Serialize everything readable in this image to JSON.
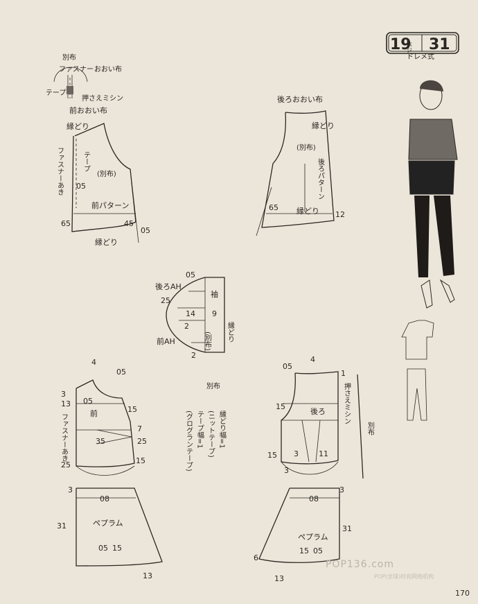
{
  "header": {
    "badge_left": "19",
    "badge_kana": "ペジ",
    "badge_right": "31",
    "subtitle": "ドレメ式"
  },
  "detail": {
    "betsununo": "別布",
    "fastener": "ファスナー",
    "ooinuno": "おおい布",
    "tape": "テープ",
    "osae": "押さえミシン"
  },
  "front_cover": {
    "title": "前おおい布",
    "fuchidori_top": "縁どり",
    "fastener_aki": "ファスナーあき",
    "tape": "テープ",
    "betsununo": "(別布)",
    "front_pattern": "前パターン",
    "n05a": "05",
    "n65": "65",
    "n45": "45",
    "n05b": "05",
    "fuchidori_bottom": "縁どり"
  },
  "back_cover": {
    "title": "後ろおおい布",
    "fuchidori_top": "縁どり",
    "betsununo": "(別布)",
    "back_pattern": "後ろパターン",
    "n65": "65",
    "fuchidori_bottom": "縁どり",
    "n12": "12"
  },
  "sleeve": {
    "back_ah": "後ろAH",
    "front_ah": "前AH",
    "sode": "袖",
    "betsununo": "(別布)",
    "fuchidori": "縁どり",
    "n05": "05",
    "n25": "25",
    "n14": "14",
    "n9": "9",
    "n2a": "2",
    "n2b": "2"
  },
  "betsununo_small": "別布",
  "notes": [
    "縁どり幅=1",
    "(ニットテープ)",
    "テープ幅=1",
    "(グログランテープ)"
  ],
  "front_body": {
    "n4": "4",
    "n05": "05",
    "n3": "3",
    "n13": "13",
    "n05b": "05",
    "mae": "前",
    "n15": "15",
    "fastener_aki": "ファスナーあき",
    "n35": "35",
    "n7": "7",
    "n25a": "25",
    "n25b": "25",
    "n15b": "15",
    "n3b": "3",
    "n08": "08",
    "n31": "31",
    "peplum": "ペプラム",
    "n05c": "05",
    "n15c": "15"
  },
  "back_body": {
    "n05": "05",
    "n4": "4",
    "n1": "1",
    "ushiro": "後ろ",
    "n15": "15",
    "osae": "押さえミシン",
    "betsununo": "別布",
    "n15b": "15",
    "n3": "3",
    "n11": "11",
    "n3b": "3",
    "n3c": "3",
    "n08": "08",
    "n31": "31",
    "peplum": "ペプラム",
    "n6": "6",
    "n15c": "15",
    "n05c": "05",
    "n13": "13"
  },
  "watermark": "POP136.com",
  "watermark_sub": "POP(全球)时尚网络机构",
  "page_number": "170"
}
